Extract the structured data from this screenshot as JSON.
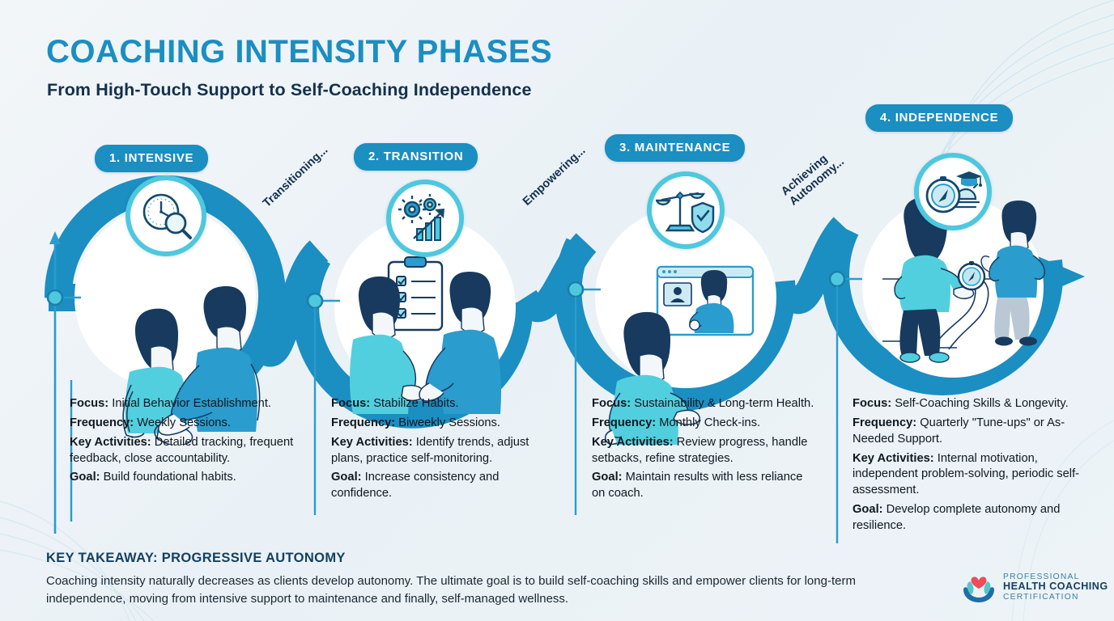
{
  "header": {
    "title": "COACHING INTENSITY PHASES",
    "subtitle": "From High-Touch Support to Self-Coaching Independence"
  },
  "colors": {
    "accent_blue": "#1b8ec2",
    "deep_navy": "#14304d",
    "light_teal": "#4ec8de",
    "background": "#eef3f7",
    "body_text": "#101820"
  },
  "phases": [
    {
      "badge": "1. INTENSIVE",
      "icon_name": "clock-magnifier-icon",
      "illustration_name": "coach-guiding-client-illustration",
      "details": [
        {
          "label": "Focus:",
          "value": " Initial Behavior Establishment."
        },
        {
          "label": "Frequency:",
          "value": " Weekly Sessions."
        },
        {
          "label": "Key Activities:",
          "value": " Detailed tracking, frequent feedback, close accountability."
        },
        {
          "label": "Goal:",
          "value": " Build foundational habits."
        }
      ]
    },
    {
      "badge": "2. TRANSITION",
      "icon_name": "gears-growth-chart-icon",
      "illustration_name": "client-coach-checklist-illustration",
      "details": [
        {
          "label": "Focus:",
          "value": " Stabilize Habits."
        },
        {
          "label": "Frequency:",
          "value": " Biweekly Sessions."
        },
        {
          "label": "Key Activities:",
          "value": " Identify trends, adjust plans, practice self-monitoring."
        },
        {
          "label": "Goal:",
          "value": " Increase consistency and confidence."
        }
      ]
    },
    {
      "badge": "3. MAINTENANCE",
      "icon_name": "scales-shield-check-icon",
      "illustration_name": "video-call-check-in-illustration",
      "details": [
        {
          "label": "Focus:",
          "value": " Sustainability & Long-term Health."
        },
        {
          "label": "Frequency:",
          "value": " Monthly Check-ins."
        },
        {
          "label": "Key Activities:",
          "value": " Review progress, handle setbacks, refine strategies."
        },
        {
          "label": "Goal:",
          "value": " Maintain results with less reliance on coach."
        }
      ]
    },
    {
      "badge": "4. INDEPENDENCE",
      "icon_name": "compass-graduation-sunrise-icon",
      "illustration_name": "client-with-compass-on-path-illustration",
      "details": [
        {
          "label": "Focus:",
          "value": " Self-Coaching Skills & Longevity."
        },
        {
          "label": "Frequency:",
          "value": " Quarterly \"Tune-ups\" or As-Needed Support."
        },
        {
          "label": "Key Activities:",
          "value": " Internal motivation, independent problem-solving, periodic self-assessment."
        },
        {
          "label": "Goal:",
          "value": " Develop complete autonomy and resilience."
        }
      ]
    }
  ],
  "connectors": [
    {
      "label": "Transitioning..."
    },
    {
      "label": "Empowering..."
    },
    {
      "label_line1": "Achieving",
      "label_line2": "Autonomy..."
    }
  ],
  "footer": {
    "takeaway_title": "KEY TAKEAWAY: PROGRESSIVE AUTONOMY",
    "takeaway_body": "Coaching intensity naturally decreases as clients develop autonomy. The ultimate goal is to build self-coaching skills and empower clients for long-term independence, moving from intensive support to maintenance and finally, self-managed wellness."
  },
  "logo": {
    "line1": "PROFESSIONAL",
    "line2": "HEALTH COACHING",
    "line3": "CERTIFICATION",
    "mark_name": "heart-leaves-hands-logo-mark"
  }
}
